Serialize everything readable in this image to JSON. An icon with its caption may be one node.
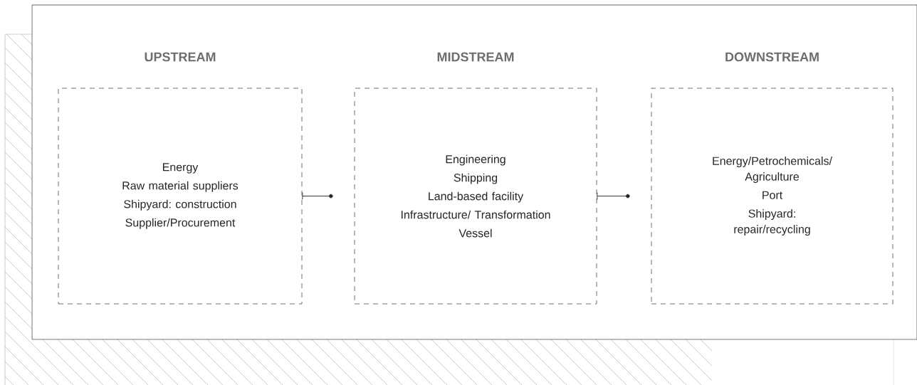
{
  "diagram": {
    "nodes": [
      {
        "text": [
          "UPSTREAM",
          "Energy",
          "Raw material suppliers",
          "Shipyard: construction",
          "Supplier/Procurement"
        ]
      },
      {
        "text": [
          "MIDSTREAM",
          "Engineering",
          "Shipping",
          "Land-based facility",
          "Infrastructure/ Transformation",
          "Vessel"
        ]
      },
      {
        "text": [
          "DOWNSTREAM",
          "Energy/Petrochemicals/ Agriculture",
          "Port",
          "Shipyard: repair/recycling"
        ]
      }
    ],
    "edges": [
      {
        "from": 0,
        "to": 1,
        "arrow": "to"
      },
      {
        "from": 1,
        "to": 2,
        "arrow": "to"
      }
    ]
  }
}
